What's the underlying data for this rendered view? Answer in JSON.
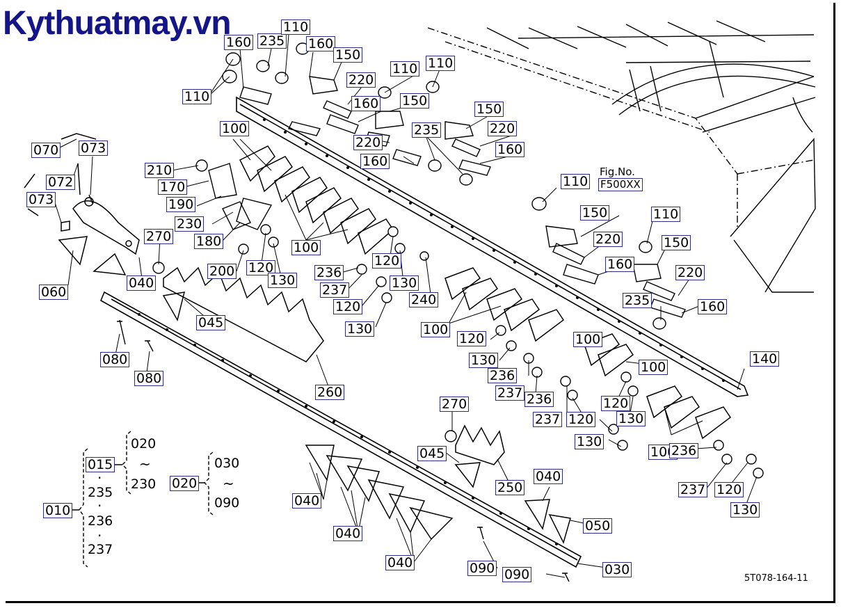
{
  "brand": {
    "text": "Kythuatmay.vn",
    "color": "#15158a"
  },
  "fig_label": "Fig.No.",
  "fig_number": "F500XX",
  "drawing_number": "5T078-164-11",
  "callouts": [
    {
      "id": "c1",
      "text": "110"
    },
    {
      "id": "c2",
      "text": "160"
    },
    {
      "id": "c3",
      "text": "235"
    },
    {
      "id": "c4",
      "text": "160"
    },
    {
      "id": "c5",
      "text": "150"
    },
    {
      "id": "c6",
      "text": "110"
    },
    {
      "id": "c7",
      "text": "220"
    },
    {
      "id": "c8",
      "text": "110"
    },
    {
      "id": "c9",
      "text": "110"
    },
    {
      "id": "c10",
      "text": "160"
    },
    {
      "id": "c11",
      "text": "150"
    },
    {
      "id": "c12",
      "text": "150"
    },
    {
      "id": "c13",
      "text": "235"
    },
    {
      "id": "c14",
      "text": "220"
    },
    {
      "id": "c15",
      "text": "220"
    },
    {
      "id": "c16",
      "text": "160"
    },
    {
      "id": "c17",
      "text": "160"
    },
    {
      "id": "c18",
      "text": "100"
    },
    {
      "id": "c19",
      "text": "070"
    },
    {
      "id": "c20",
      "text": "073"
    },
    {
      "id": "c21",
      "text": "210"
    },
    {
      "id": "c22",
      "text": "170"
    },
    {
      "id": "c23",
      "text": "072"
    },
    {
      "id": "c24",
      "text": "190"
    },
    {
      "id": "c25",
      "text": "073"
    },
    {
      "id": "c26",
      "text": "230"
    },
    {
      "id": "c27",
      "text": "180"
    },
    {
      "id": "c28",
      "text": "270"
    },
    {
      "id": "c29",
      "text": "100"
    },
    {
      "id": "c30",
      "text": "200"
    },
    {
      "id": "c31",
      "text": "120"
    },
    {
      "id": "c32",
      "text": "130"
    },
    {
      "id": "c33",
      "text": "236"
    },
    {
      "id": "c34",
      "text": "120"
    },
    {
      "id": "c35",
      "text": "237"
    },
    {
      "id": "c36",
      "text": "130"
    },
    {
      "id": "c37",
      "text": "120"
    },
    {
      "id": "c38",
      "text": "240"
    },
    {
      "id": "c39",
      "text": "130"
    },
    {
      "id": "c40",
      "text": "040"
    },
    {
      "id": "c41",
      "text": "060"
    },
    {
      "id": "c42",
      "text": "110"
    },
    {
      "id": "c43",
      "text": "150"
    },
    {
      "id": "c44",
      "text": "220"
    },
    {
      "id": "c45",
      "text": "160"
    },
    {
      "id": "c46",
      "text": "110"
    },
    {
      "id": "c47",
      "text": "150"
    },
    {
      "id": "c48",
      "text": "220"
    },
    {
      "id": "c49",
      "text": "235"
    },
    {
      "id": "c50",
      "text": "160"
    },
    {
      "id": "c51",
      "text": "045"
    },
    {
      "id": "c52",
      "text": "100"
    },
    {
      "id": "c53",
      "text": "120"
    },
    {
      "id": "c54",
      "text": "130"
    },
    {
      "id": "c55",
      "text": "100"
    },
    {
      "id": "c56",
      "text": "080"
    },
    {
      "id": "c57",
      "text": "080"
    },
    {
      "id": "c58",
      "text": "236"
    },
    {
      "id": "c59",
      "text": "237"
    },
    {
      "id": "c60",
      "text": "236"
    },
    {
      "id": "c61",
      "text": "100"
    },
    {
      "id": "c62",
      "text": "140"
    },
    {
      "id": "c63",
      "text": "260"
    },
    {
      "id": "c64",
      "text": "120"
    },
    {
      "id": "c65",
      "text": "130"
    },
    {
      "id": "c66",
      "text": "237"
    },
    {
      "id": "c67",
      "text": "120"
    },
    {
      "id": "c68",
      "text": "130"
    },
    {
      "id": "c69",
      "text": "270"
    },
    {
      "id": "c70",
      "text": "045"
    },
    {
      "id": "c71",
      "text": "100"
    },
    {
      "id": "c72",
      "text": "236"
    },
    {
      "id": "c73",
      "text": "040"
    },
    {
      "id": "c74",
      "text": "250"
    },
    {
      "id": "c75",
      "text": "237"
    },
    {
      "id": "c76",
      "text": "120"
    },
    {
      "id": "c77",
      "text": "040"
    },
    {
      "id": "c78",
      "text": "130"
    },
    {
      "id": "c79",
      "text": "050"
    },
    {
      "id": "c80",
      "text": "040"
    },
    {
      "id": "c81",
      "text": "040"
    },
    {
      "id": "c82",
      "text": "090"
    },
    {
      "id": "c83",
      "text": "090"
    },
    {
      "id": "c84",
      "text": "030"
    }
  ],
  "assembly": {
    "root": "010",
    "group_a": "015",
    "group_a_from": "020",
    "group_a_to": "230",
    "extra_parts": [
      "235",
      "236",
      "237"
    ],
    "group_b": "020",
    "group_b_from": "030",
    "group_b_to": "090",
    "range_symbol": "~",
    "dot_symbol": "·"
  }
}
